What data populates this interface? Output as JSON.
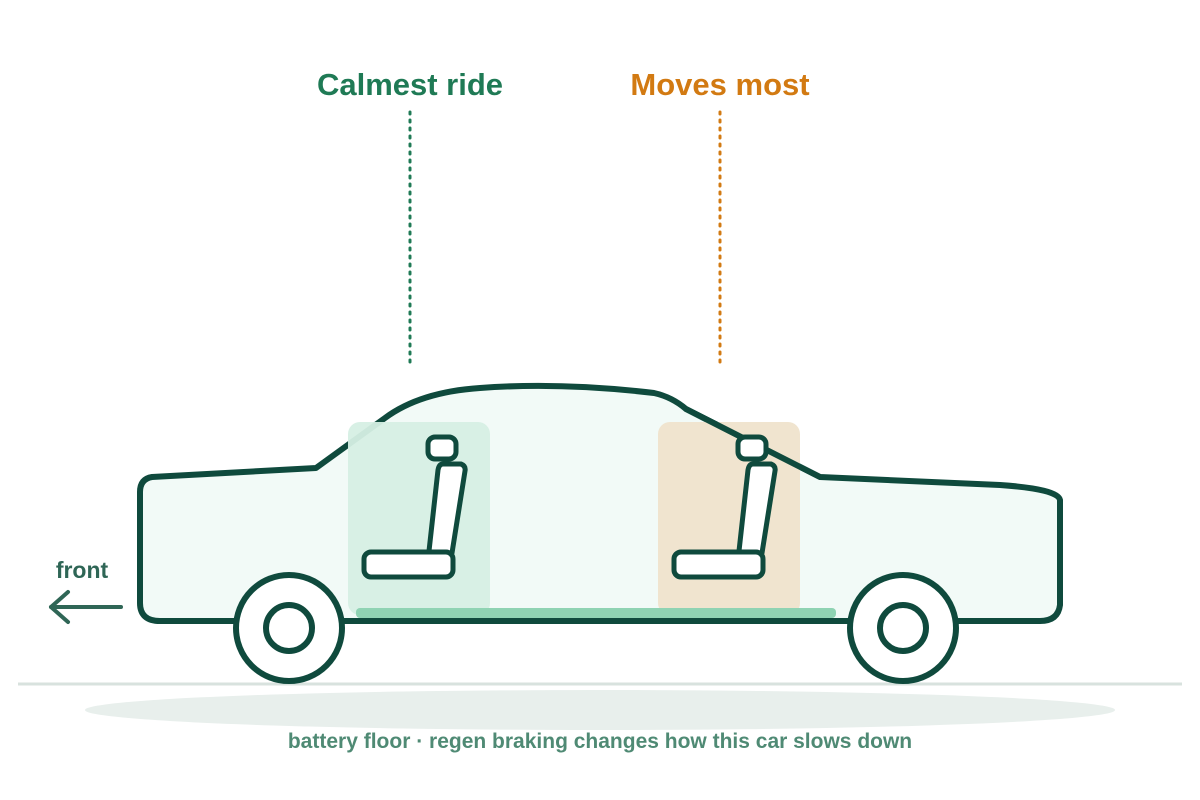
{
  "labels": {
    "calm": "Calmest ride",
    "moves": "Moves most",
    "front": "front",
    "caption": "battery floor · regen braking changes how this car slows down"
  },
  "colors": {
    "outline": "#0f4a3d",
    "body_fill": "#f2faf7",
    "calm": "#1f7a55",
    "calm_zone": "#d6efe4",
    "moves": "#d27a12",
    "moves_zone": "#efe3cc",
    "battery": "#8fd3b3",
    "caption": "#4f8a74",
    "ground": "#d8e2de",
    "shadow": "#e8efec",
    "front": "#2f6656"
  }
}
